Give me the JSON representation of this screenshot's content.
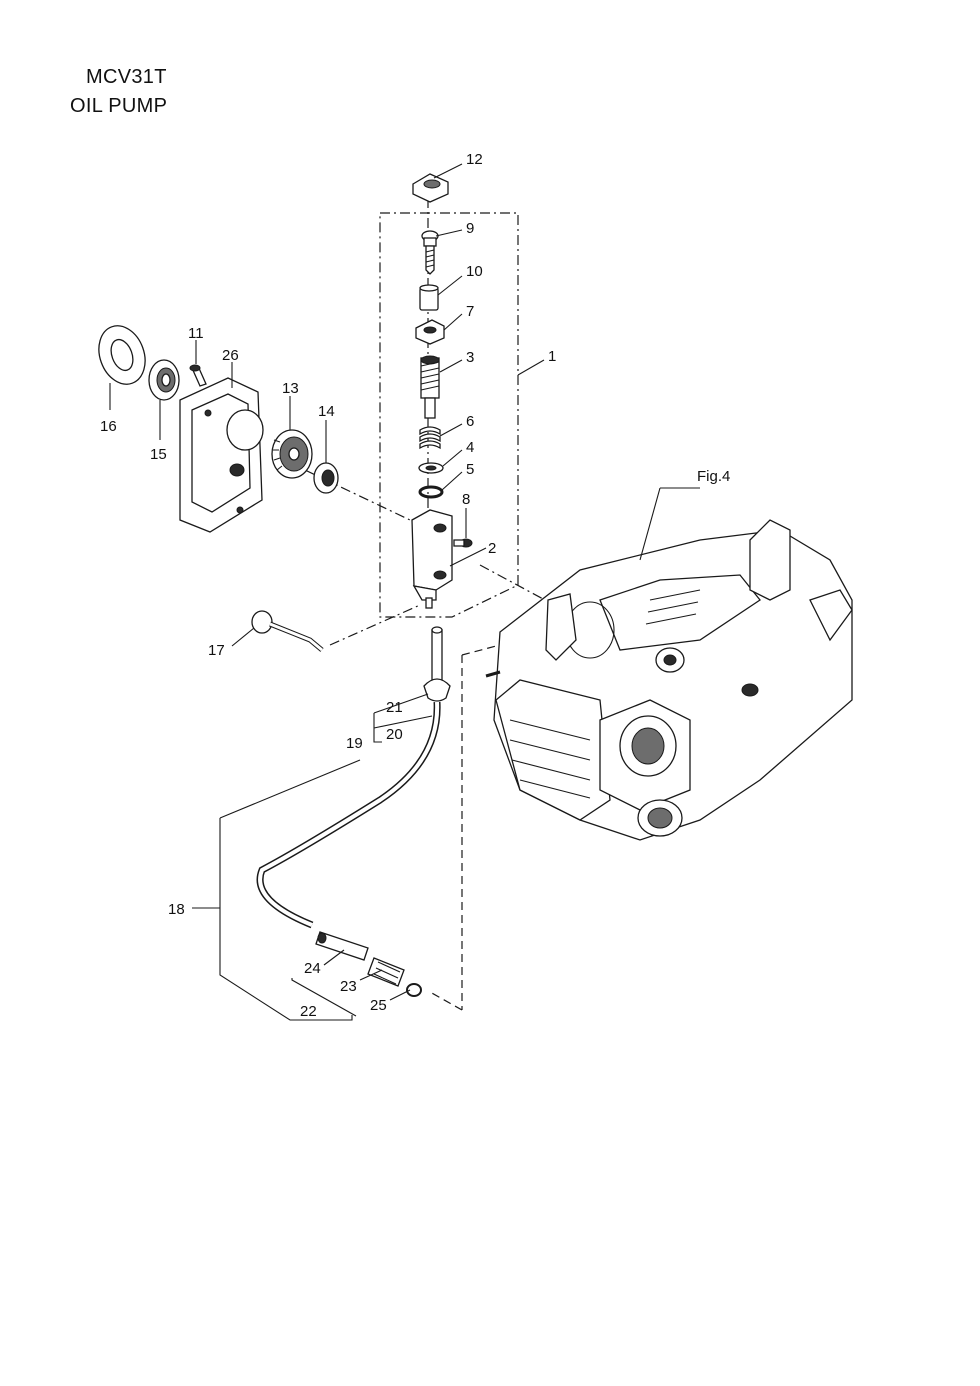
{
  "title": {
    "model": "MCV31T",
    "section": "OIL PUMP"
  },
  "reference": {
    "figure": "Fig.4"
  },
  "callouts": {
    "p1": "1",
    "p2": "2",
    "p3": "3",
    "p4": "4",
    "p5": "5",
    "p6": "6",
    "p7": "7",
    "p8": "8",
    "p9": "9",
    "p10": "10",
    "p11": "11",
    "p12": "12",
    "p13": "13",
    "p14": "14",
    "p15": "15",
    "p16": "16",
    "p17": "17",
    "p18": "18",
    "p19": "19",
    "p20": "20",
    "p21": "21",
    "p22": "22",
    "p23": "23",
    "p24": "24",
    "p25": "25",
    "p26": "26"
  }
}
